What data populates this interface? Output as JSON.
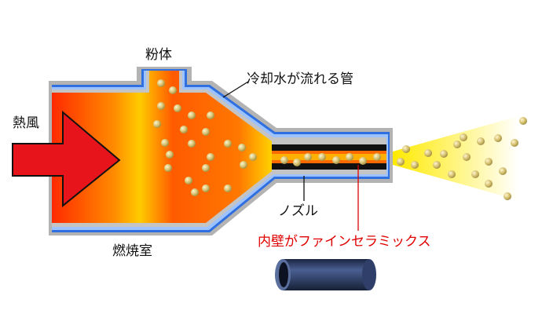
{
  "labels": {
    "powder": "粉体",
    "cooling_pipe": "冷却水が流れる管",
    "hot_air": "熱風",
    "nozzle": "ノズル",
    "combustion_chamber": "燃焼室",
    "inner_wall": "内壁がファインセラミックス"
  },
  "colors": {
    "label_text": "#111111",
    "accent_label": "#e00000",
    "casing": "#b0b0b0",
    "cooling_water": "#2f6fe0",
    "arrow": "#e8141c",
    "particle": "#c8b46a",
    "ceramic_liner": "#111111"
  }
}
